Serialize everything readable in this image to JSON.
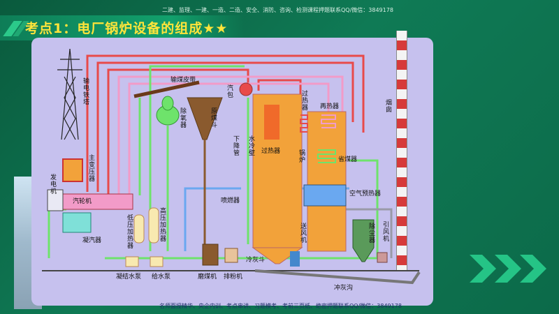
{
  "header": {
    "title": "考点1：电厂锅炉设备的组成★★",
    "top_watermark": "二建、监理、一建、一造、二造、安全、消防、咨询、检测课程押题联系QQ/微信：3849178",
    "bottom_watermark": "名师面授精华、央企内训、考点串讲、习题模考、考前三页纸、绝密押题联系QQ/微信：3849178"
  },
  "diagram": {
    "labels": {
      "tower": "输电铁塔",
      "transformer": "主变压器",
      "generator": "发电机",
      "turbine": "汽轮机",
      "condenser": "凝汽器",
      "lp_heater": "低压加热器",
      "hp_heater": "高压加热器",
      "deaerator": "除氧器",
      "conveyor": "输煤皮带",
      "coal_bunker": "原煤斗",
      "downcomer": "下降管",
      "drum": "汽包",
      "waterwall": "水冷壁",
      "superheater": "过热器",
      "superheater2": "过热器",
      "reheater": "再热器",
      "economizer": "省煤器",
      "boiler": "锅炉",
      "chimney": "烟囱",
      "burner": "喷燃器",
      "air_preheater": "空气预热器",
      "fd_fan": "送风机",
      "dust_collector": "除尘器",
      "id_fan": "引风机",
      "ash_hopper": "冷灰斗",
      "condensate_pump": "凝结水泵",
      "feed_pump": "给水泵",
      "coal_mill": "磨煤机",
      "exhauster": "排粉机",
      "ash_trench": "冲灰沟"
    }
  },
  "colors": {
    "background": "#0d6b4a",
    "title": "#ffe43a",
    "panel": "#c6c1ee",
    "steam_red": "#e84a4a",
    "pink": "#f29bc8",
    "water_green": "#6ee36b",
    "blue_pipe": "#6aa8f0",
    "boiler_orange": "#f2a23a",
    "coal_brown": "#8a5a2e",
    "gray_pipe": "#9a9aa8"
  }
}
